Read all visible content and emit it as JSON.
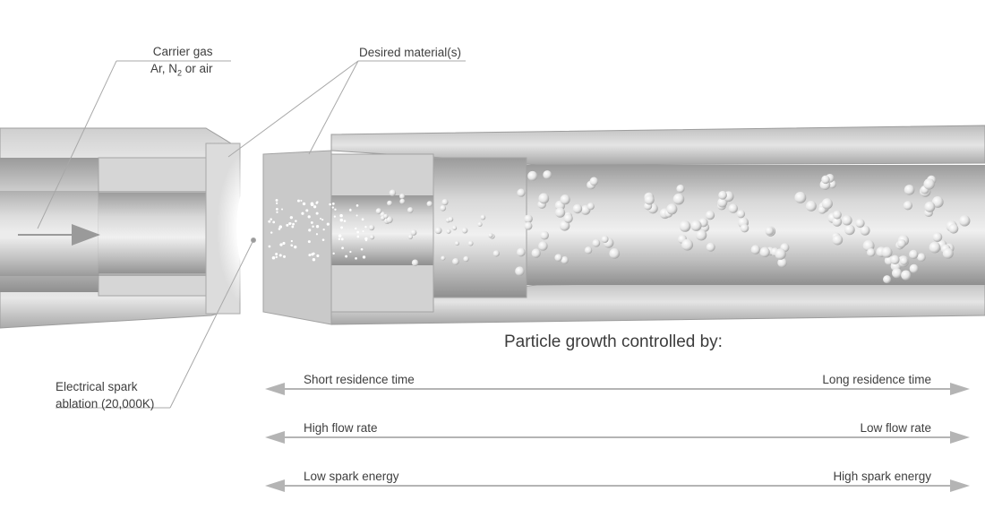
{
  "labels": {
    "carrier_gas": "Carrier gas",
    "carrier_gas_sub_pre": "Ar, N",
    "carrier_gas_sub_num": "2",
    "carrier_gas_sub_post": " or air",
    "desired_material": "Desired material(s)",
    "spark_line1": "Electrical spark",
    "spark_line2": "ablation (20,000K)"
  },
  "heading": "Particle growth controlled by:",
  "arrows": [
    {
      "left": "Short residence time",
      "right": "Long residence time"
    },
    {
      "left": "High flow rate",
      "right": "Low flow rate"
    },
    {
      "left": "Low spark energy",
      "right": "High spark energy"
    }
  ],
  "colors": {
    "arrow": "#b4b4b4",
    "text": "#3e3e3e",
    "metal_light": "#e6e6e6",
    "metal_dark": "#8c8c8c"
  }
}
